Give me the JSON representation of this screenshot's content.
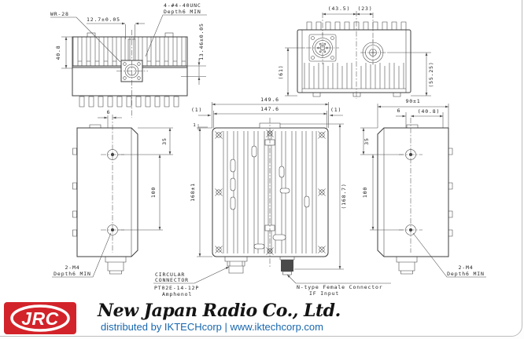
{
  "drawing": {
    "front_view": {
      "wr28_label": "WR-28",
      "flange_width_dim": "12.7±0.05",
      "unc_label_line1": "4-#4-40UNC",
      "unc_label_line2": "Depth6 MIN",
      "height_dim": "40.8",
      "flange_offset_dim": "13.46±0.05"
    },
    "connector_face_view": {
      "circ_center_dim": "(43.5)",
      "ntype_center_dim": "(23)",
      "circ_height_dim": "(61)",
      "ntype_height_dim": "(55.25)"
    },
    "width_dims": {
      "overall": "149.6",
      "body": "147.6",
      "fin_left": "(1)",
      "fin_right": "(1)"
    },
    "depth_dims": {
      "overall": "90±1",
      "edge_offset": "6",
      "hole_span": "(40.8)"
    },
    "left_side_view": {
      "top_offset_dim": "6",
      "hole_top_dim": "35",
      "hole_span_dim": "100",
      "m4_line1": "2-M4",
      "m4_line2": "Depth6 MIN"
    },
    "center_view": {
      "height_dim": "168±1",
      "overall_height_dim": "(168.7)",
      "fin_step_dim": "1"
    },
    "right_side_view": {
      "hole_top_dim": "35",
      "hole_span_dim": "100",
      "m4_line1": "2-M4",
      "m4_line2": "Depth6 MIN"
    },
    "connector_labels": {
      "circular_line1": "CIRCULAR",
      "circular_line2": "CONNECTOR",
      "circular_line3": "PT02E-14-12P",
      "circular_line4": "Amphenol",
      "ntype_line1": "N-type Female Connector",
      "ntype_line2": "IF Input"
    }
  },
  "footer": {
    "logo_text": "JRC",
    "company_name": "New Japan Radio Co., Ltd.",
    "distributor_line": "distributed by IKTECHcorp | www.iktechcorp.com"
  },
  "colors": {
    "line": "#3c3c3c",
    "logo_red": "#d3232a",
    "distributor_blue": "#1767ae"
  }
}
